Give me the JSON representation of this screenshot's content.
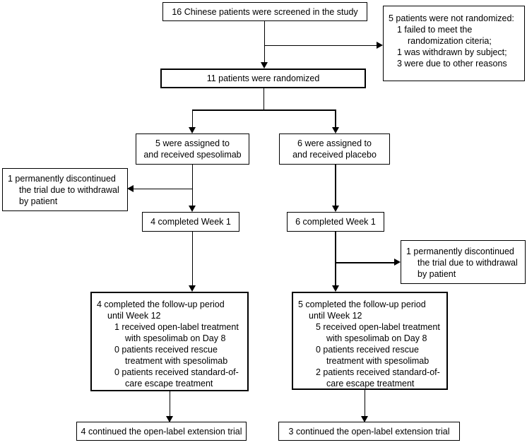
{
  "colors": {
    "background": "#ffffff",
    "border": "#000000",
    "text": "#000000"
  },
  "boxes": {
    "screened": "16 Chinese patients were screened in the study",
    "not_randomized": {
      "title": "5 patients were not randomized:",
      "items": [
        "1 failed to meet the\nrandomization citeria;",
        "1 was withdrawn by subject;",
        "3 were due to other reasons"
      ]
    },
    "randomized": "11 patients were randomized",
    "spesolimab_assigned": "5 were assigned to\nand received spesolimab",
    "placebo_assigned": "6 were assigned to\nand received placebo",
    "discontinued_left": "1 permanently discontinued\nthe trial due to withdrawal\nby patient",
    "week1_left": "4 completed Week 1",
    "week1_right": "6 completed Week 1",
    "discontinued_right": "1 permanently discontinued\nthe trial due to withdrawal\nby patient",
    "followup_left": {
      "main": "4 completed the follow-up period\nuntil Week 12",
      "items": [
        "1 received open-label treatment\nwith spesolimab on Day 8",
        "0 patients received rescue\ntreatment with spesolimab",
        "0 patients received standard-of-\ncare escape treatment"
      ]
    },
    "followup_right": {
      "main": "5 completed the follow-up period\nuntil Week 12",
      "items": [
        "5 received open-label treatment\nwith spesolimab on Day 8",
        "0 patients received rescue\ntreatment with spesolimab",
        "2 patients received standard-of-\ncare escape treatment"
      ]
    },
    "extension_left": "4 continued the open-label extension trial",
    "extension_right": "3 continued the open-label extension trial"
  }
}
